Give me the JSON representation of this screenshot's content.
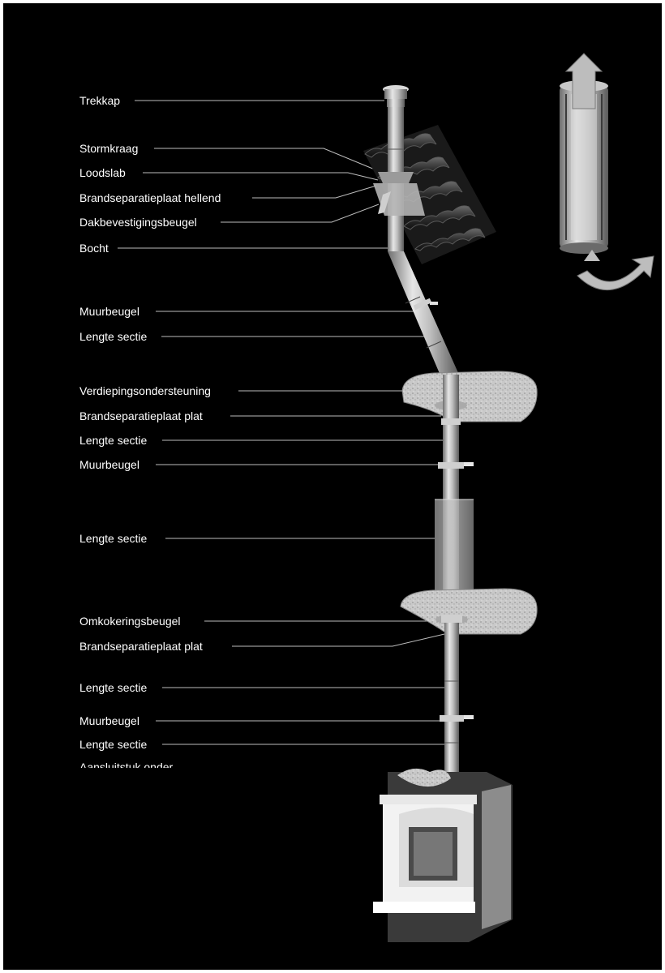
{
  "labels": [
    "Trekkap",
    "Stormkraag",
    "Loodslab",
    "Brandseparatieplaat hellend",
    "Dakbevestigingsbeugel",
    "Bocht",
    "Muurbeugel",
    "Lengte sectie",
    "Verdiepingsondersteuning",
    "Brandseparatieplaat plat",
    "Lengte sectie",
    "Muurbeugel",
    "Lengte sectie",
    "Omkokeringsbeugel",
    "Brandseparatieplaat plat",
    "Lengte sectie",
    "Muurbeugel",
    "Lengte sectie",
    "Aansluitstuk onder"
  ],
  "colors": {
    "background": "#000000",
    "text": "#ffffff",
    "leader": "#bdbdbd"
  },
  "icons": [
    "airflow-up-arrow-icon",
    "airflow-return-arrow-icon"
  ]
}
